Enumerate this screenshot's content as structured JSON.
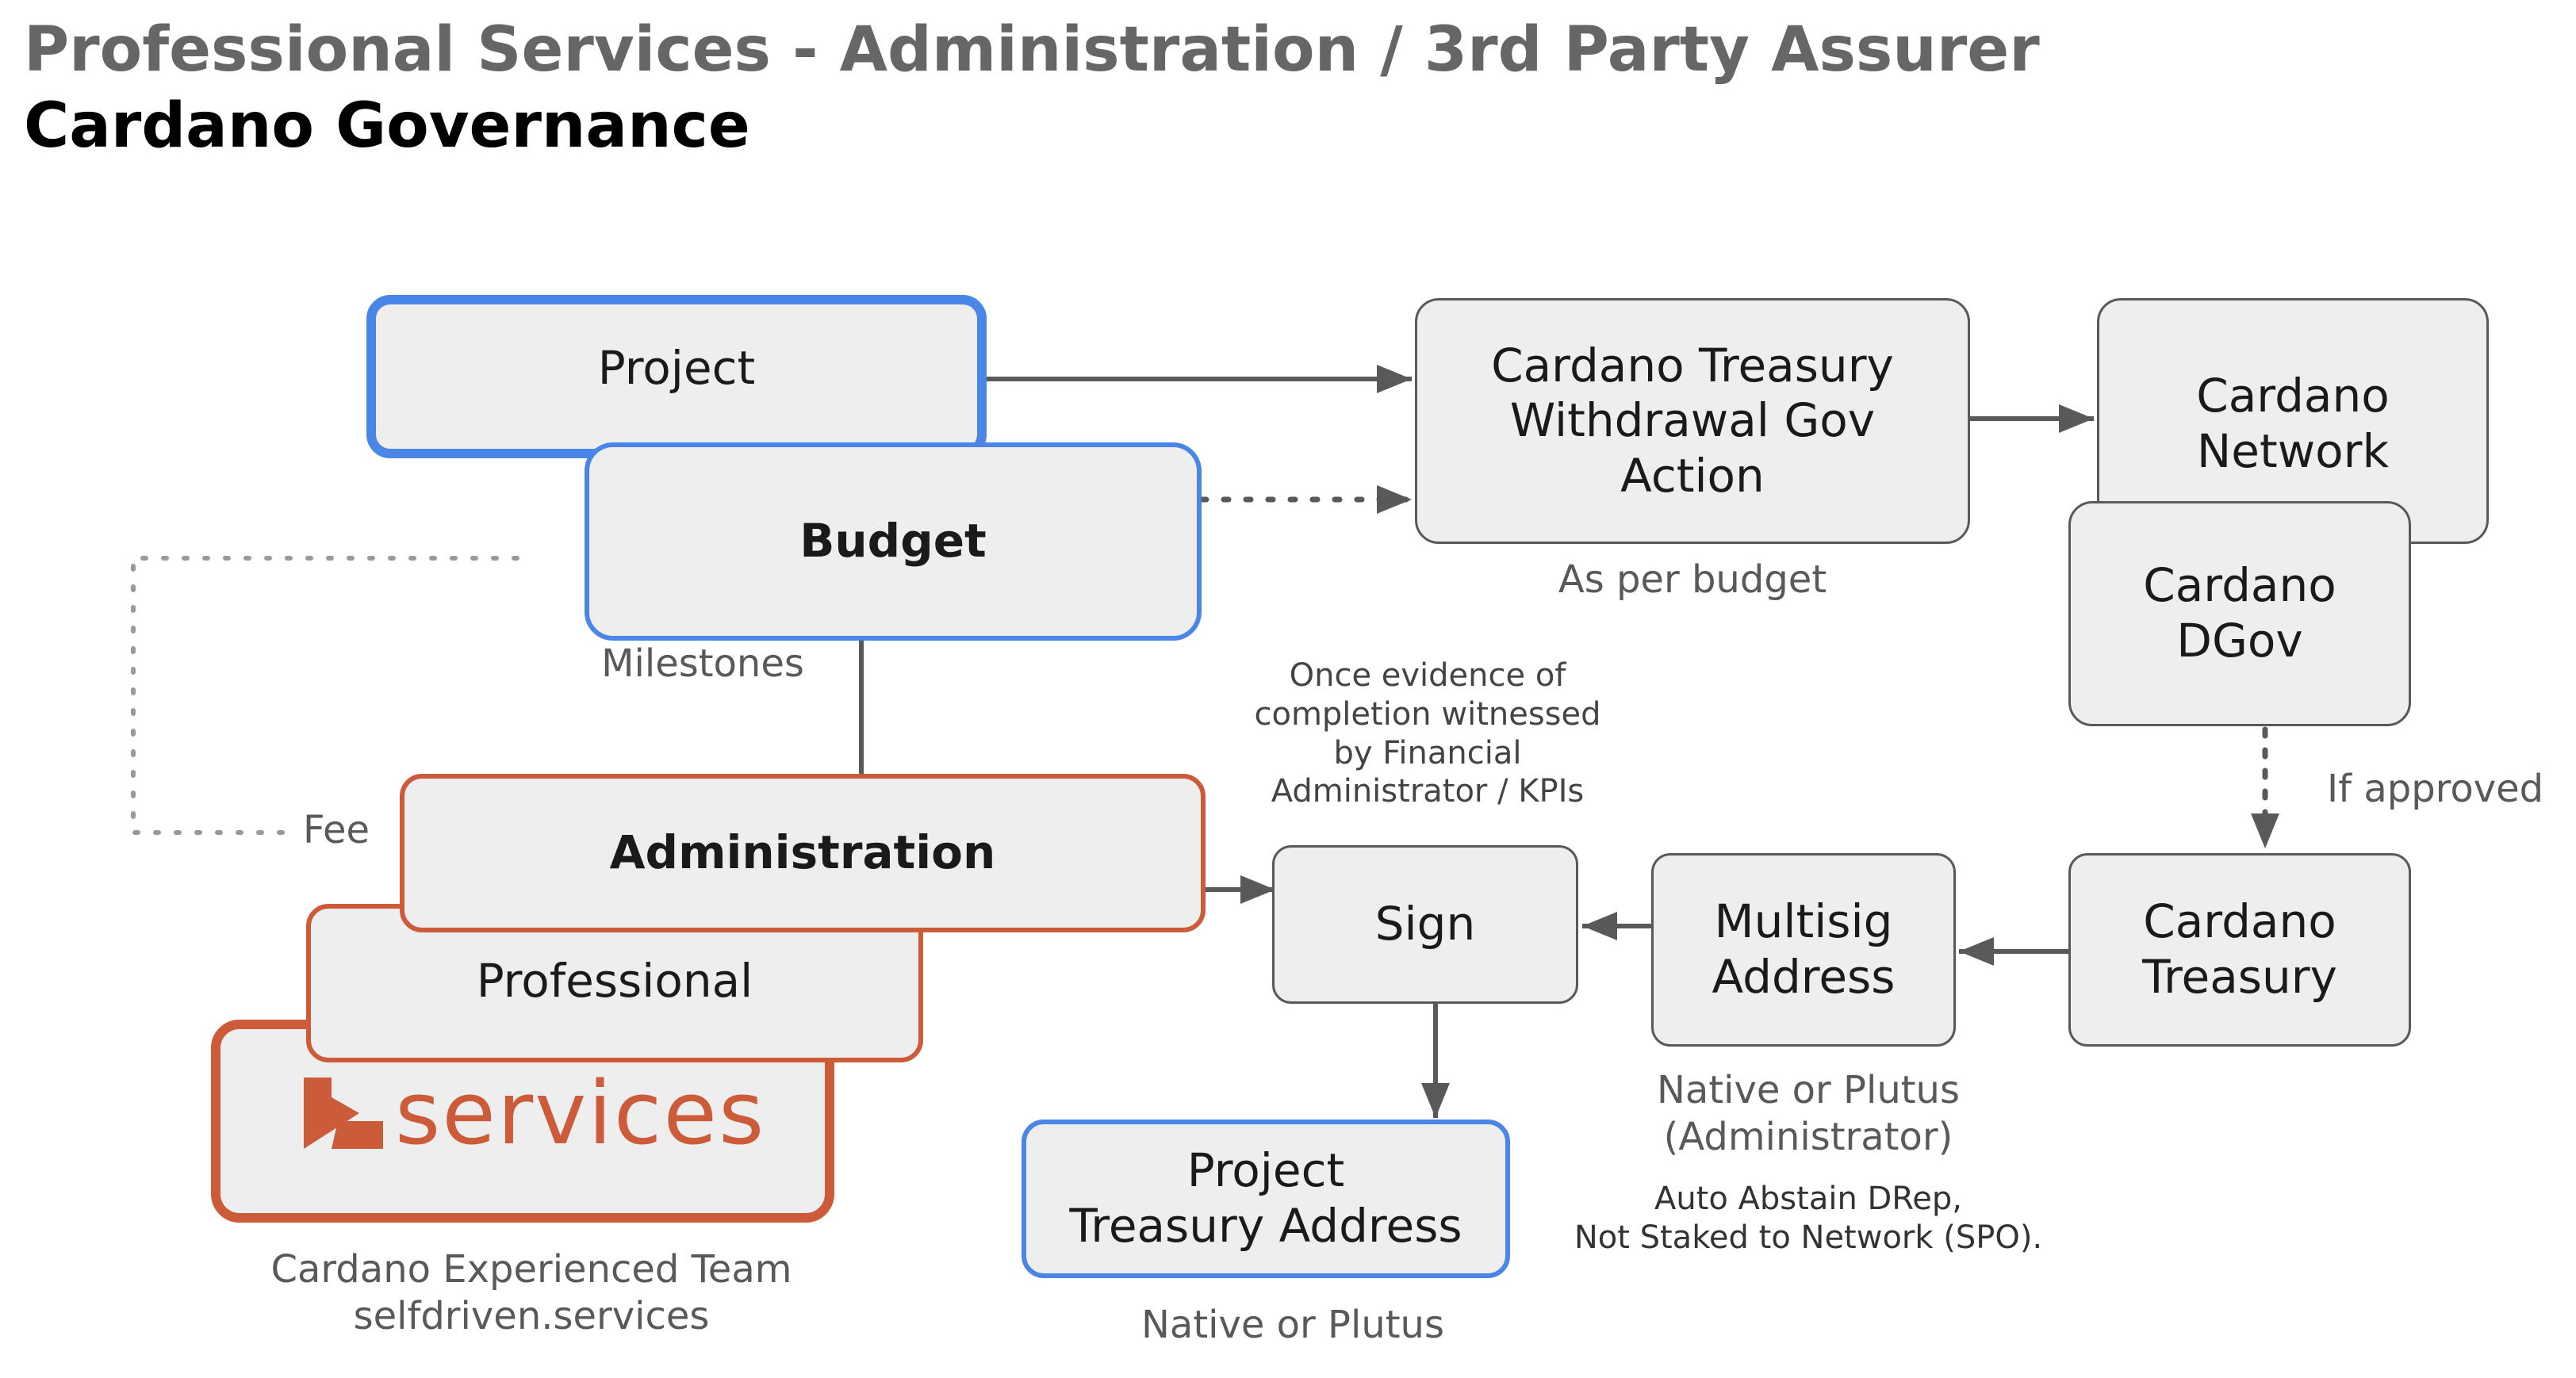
{
  "title": {
    "line1": "Professional Services - Administration / 3rd Party Assurer",
    "line2": "Cardano Governance"
  },
  "nodes": {
    "project": "Project",
    "budget": "Budget",
    "administration": "Administration",
    "professional": "Professional",
    "services_logo": "services",
    "treasury_withdrawal": "Cardano Treasury\nWithdrawal Gov\nAction",
    "cardano_network": "Cardano\nNetwork",
    "cardano_dgov": "Cardano\nDGov",
    "sign": "Sign",
    "multisig": "Multisig\nAddress",
    "cardano_treasury": "Cardano\nTreasury",
    "project_treasury": "Project\nTreasury Address"
  },
  "labels": {
    "milestones": "Milestones",
    "fee": "Fee",
    "as_per_budget": "As per budget",
    "evidence": "Once evidence of\ncompletion witnessed\nby Financial\nAdministrator / KPIs",
    "if_approved": "If approved",
    "native_or_plutus_admin": "Native or Plutus\n(Administrator)",
    "auto_abstain": "Auto Abstain DRep,\nNot Staked to Network (SPO).",
    "native_or_plutus": "Native or Plutus",
    "team": "Cardano Experienced Team\nselfdriven.services"
  },
  "colors": {
    "blue": "#4a86e8",
    "orange": "#cc5b3a",
    "arrow": "#595959",
    "dotted": "#999999"
  }
}
